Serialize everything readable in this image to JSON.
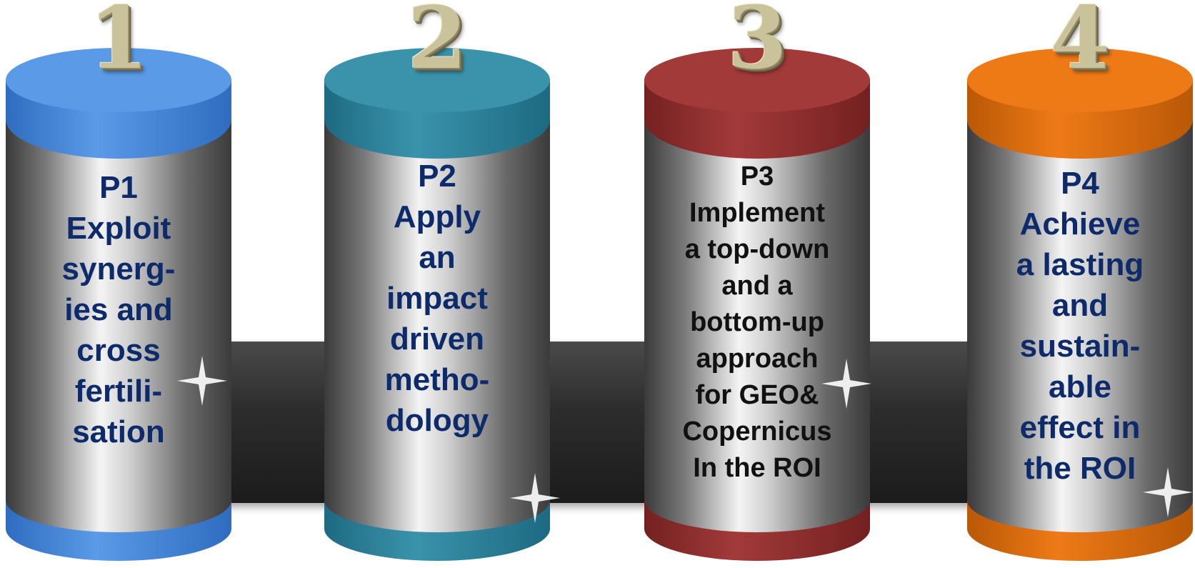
{
  "pillars": [
    {
      "number": "1",
      "code": "P1",
      "lines": [
        "Exploit",
        "synerg-",
        "ies and",
        "cross",
        "fertili-",
        "sation"
      ],
      "color": "#5a9ae6",
      "color_dark": "#2f6cc0",
      "text_color": "#0d2a6a"
    },
    {
      "number": "2",
      "code": "P2",
      "lines": [
        "Apply",
        "an",
        "impact",
        "driven",
        "metho-",
        "dology"
      ],
      "color": "#3a93ab",
      "color_dark": "#1d6a82",
      "text_color": "#0d2a6a"
    },
    {
      "number": "3",
      "code": "P3",
      "lines": [
        "Implement",
        "a top-down",
        "and a",
        "bottom-up",
        "approach",
        "for GEO&",
        "Copernicus",
        "In the ROI"
      ],
      "color": "#a23a3a",
      "color_dark": "#742020",
      "text_color": "#111111"
    },
    {
      "number": "4",
      "code": "P4",
      "lines": [
        "Achieve",
        "a lasting",
        "and",
        "sustain-",
        "able",
        "effect in",
        "the ROI"
      ],
      "color": "#ee7a17",
      "color_dark": "#b95806",
      "text_color": "#0d2a6a"
    }
  ]
}
